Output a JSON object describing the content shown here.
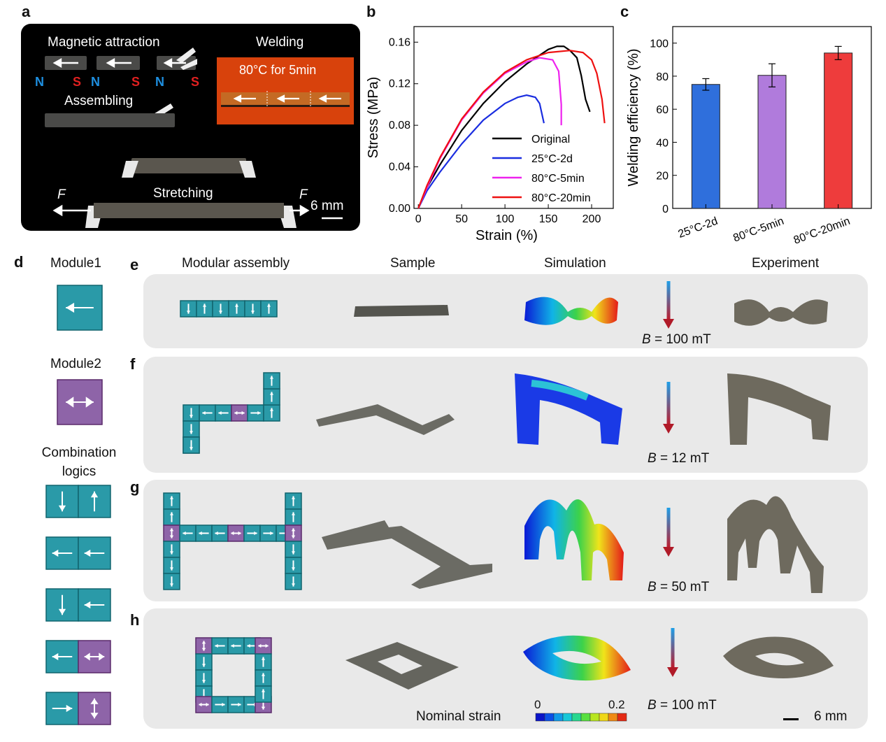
{
  "panel_labels": {
    "a": "a",
    "b": "b",
    "c": "c",
    "d": "d",
    "e": "e",
    "f": "f",
    "g": "g",
    "h": "h"
  },
  "panel_a": {
    "magnetic_attraction": "Magnetic attraction",
    "welding": "Welding",
    "weld_condition": "80°C for 5min",
    "assembling": "Assembling",
    "stretching": "Stretching",
    "force_left": "F",
    "force_right": "F",
    "scale": "6 mm",
    "poles": [
      "N",
      "S",
      "N",
      "S",
      "N",
      "S"
    ],
    "colors": {
      "north": "#1e8fe0",
      "south": "#e02020"
    }
  },
  "chart_data": [
    {
      "type": "line",
      "xlabel": "Strain (%)",
      "ylabel": "Stress (MPa)",
      "xlim": [
        -5,
        225
      ],
      "ylim": [
        0,
        0.175
      ],
      "xticks": [
        0,
        50,
        100,
        150,
        200
      ],
      "yticks": [
        0.0,
        0.04,
        0.08,
        0.12,
        0.16
      ],
      "ytick_labels": [
        "0.00",
        "0.04",
        "0.08",
        "0.12",
        "0.16"
      ],
      "legend_position": "bottom-right",
      "series": [
        {
          "name": "Original",
          "color": "#000000",
          "x": [
            0,
            10,
            25,
            50,
            75,
            100,
            125,
            150,
            160,
            168,
            175,
            183,
            188,
            193,
            198
          ],
          "y": [
            0,
            0.02,
            0.042,
            0.075,
            0.101,
            0.122,
            0.139,
            0.153,
            0.156,
            0.156,
            0.152,
            0.145,
            0.128,
            0.105,
            0.093
          ]
        },
        {
          "name": "25°C-2d",
          "color": "#1a2de0",
          "x": [
            0,
            10,
            25,
            50,
            75,
            100,
            115,
            125,
            135,
            140,
            145
          ],
          "y": [
            0,
            0.017,
            0.035,
            0.062,
            0.085,
            0.101,
            0.107,
            0.109,
            0.107,
            0.101,
            0.082
          ]
        },
        {
          "name": "80°C-5min",
          "color": "#ee22ee",
          "x": [
            0,
            10,
            25,
            50,
            75,
            100,
            125,
            140,
            155,
            162,
            165,
            165
          ],
          "y": [
            0,
            0.02,
            0.048,
            0.085,
            0.111,
            0.13,
            0.141,
            0.145,
            0.143,
            0.132,
            0.1,
            0.08
          ]
        },
        {
          "name": "80°C-20min",
          "color": "#ee1111",
          "x": [
            0,
            10,
            25,
            50,
            75,
            100,
            125,
            150,
            175,
            190,
            200,
            206,
            212,
            215
          ],
          "y": [
            0,
            0.022,
            0.049,
            0.086,
            0.112,
            0.131,
            0.143,
            0.15,
            0.152,
            0.15,
            0.143,
            0.13,
            0.105,
            0.082
          ]
        }
      ]
    },
    {
      "type": "bar",
      "ylabel": "Welding efficiency (%)",
      "ylim": [
        0,
        110
      ],
      "yticks": [
        0,
        20,
        40,
        60,
        80,
        100
      ],
      "categories": [
        "25°C-2d",
        "80°C-5min",
        "80°C-20min"
      ],
      "values": [
        75,
        80.5,
        94
      ],
      "errors": [
        3.5,
        7,
        4
      ],
      "colors": [
        "#2f6fdc",
        "#b07bdc",
        "#ee3c3c"
      ]
    }
  ],
  "panel_d": {
    "module1": "Module1",
    "module2": "Module2",
    "combination_logics": "Combination logics",
    "colors": {
      "module1": "#2a9aa8",
      "module2": "#8e64a8"
    }
  },
  "columns": {
    "modular_assembly": "Modular assembly",
    "sample": "Sample",
    "simulation": "Simulation",
    "experiment": "Experiment"
  },
  "rows": [
    {
      "field_label": "B",
      "field_value": " = 100 mT"
    },
    {
      "field_label": "B",
      "field_value": " = 12 mT"
    },
    {
      "field_label": "B",
      "field_value": " = 50 mT"
    },
    {
      "field_label": "B",
      "field_value": " = 100 mT"
    }
  ],
  "colorbar": {
    "min": "0",
    "max": "0.2",
    "label": "Nominal strain"
  },
  "scale_bar": "6 mm"
}
